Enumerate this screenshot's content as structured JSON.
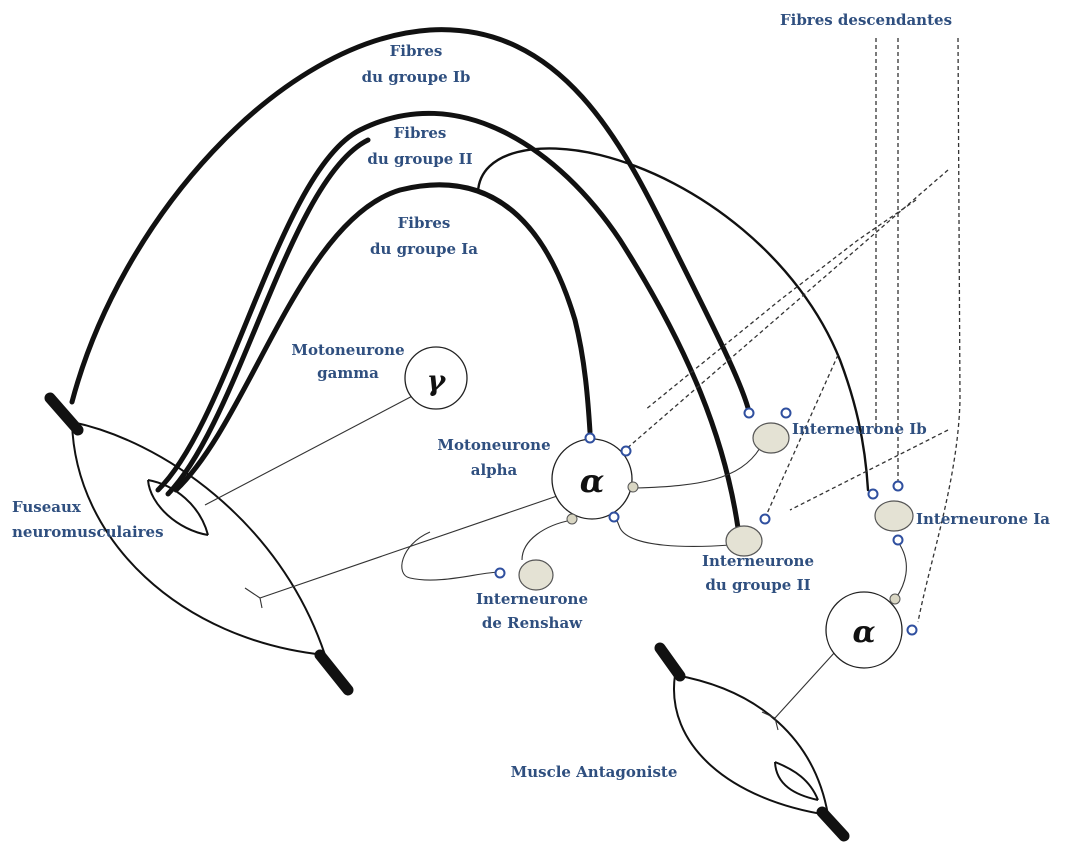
{
  "labels": {
    "fibres_ib": [
      "Fibres",
      "du groupe Ib"
    ],
    "fibres_ii": [
      "Fibres",
      "du groupe II"
    ],
    "fibres_ia": [
      "Fibres",
      "du groupe Ia"
    ],
    "fibres_descendantes": "Fibres descendantes",
    "motoneurone_gamma": [
      "Motoneurone",
      "gamma"
    ],
    "motoneurone_alpha": [
      "Motoneurone",
      "alpha"
    ],
    "interneurone_ib": "Interneurone  Ib",
    "interneurone_ia": "Interneurone  Ia",
    "interneurone_ii": [
      "Interneurone",
      "du groupe II"
    ],
    "interneurone_renshaw": [
      "Interneurone",
      "de Renshaw"
    ],
    "fuseaux": [
      "Fuseaux",
      "neuromusculaires"
    ],
    "muscle_antagoniste": "Muscle Antagoniste"
  },
  "symbols": {
    "gamma": "γ",
    "alpha": "α",
    "alpha_antagonist": "α"
  },
  "colors": {
    "label": "#2f4f7f",
    "synapse_excitatory": "#2f4f9f",
    "interneuron_fill": "#e4e2d4"
  }
}
